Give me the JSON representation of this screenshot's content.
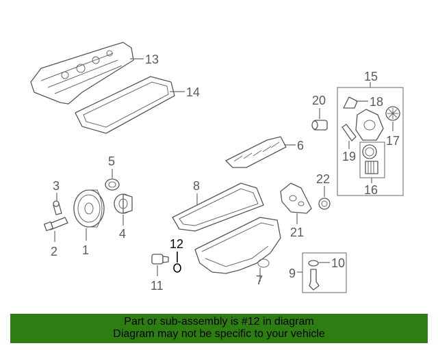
{
  "callouts": {
    "c1": "1",
    "c2": "2",
    "c3": "3",
    "c4": "4",
    "c5": "5",
    "c6": "6",
    "c7": "7",
    "c8": "8",
    "c9": "9",
    "c10": "10",
    "c11": "11",
    "c12": "12",
    "c13": "13",
    "c14": "14",
    "c15": "15",
    "c16": "16",
    "c17": "17",
    "c18": "18",
    "c19": "19",
    "c20": "20",
    "c21": "21",
    "c22": "22"
  },
  "highlighted_part": "12",
  "banner": {
    "line1": "Part or sub-assembly is #12 in diagram",
    "line2": "Diagram may not be specific to your vehicle",
    "color": "#2e7d12"
  }
}
